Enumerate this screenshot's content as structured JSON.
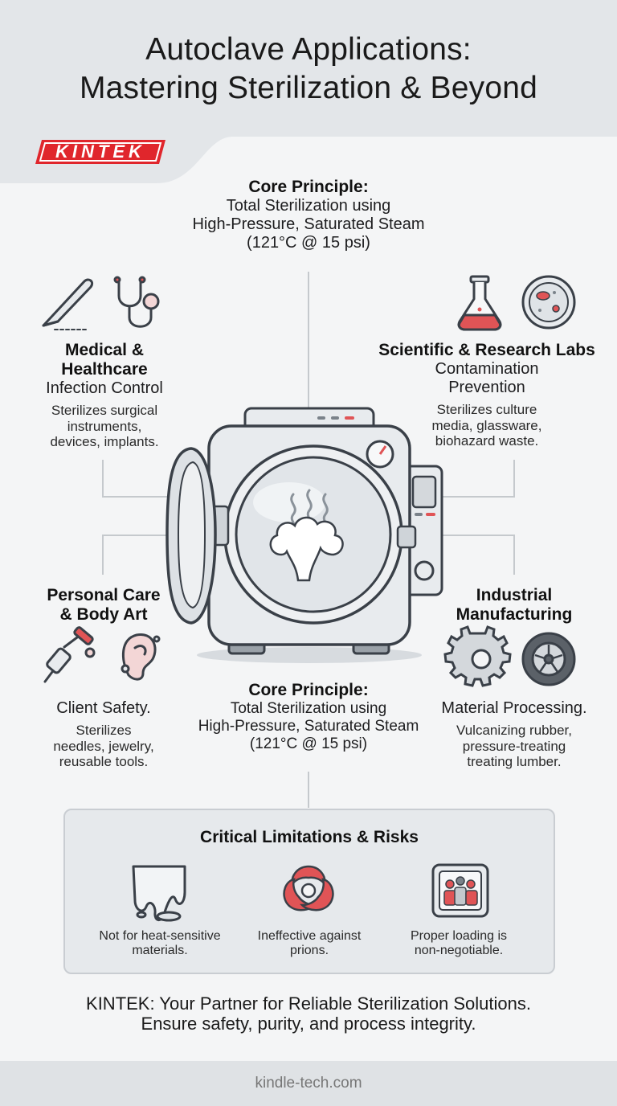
{
  "title": {
    "line1": "Autoclave Applications:",
    "line2": "Mastering Sterilization & Beyond"
  },
  "brand": {
    "logo_text": "KINTEK",
    "logo_color": "#e0262c"
  },
  "core_principle_top": {
    "heading": "Core Principle:",
    "line1": "Total Sterilization using",
    "line2": "High-Pressure, Saturated Steam",
    "line3": "(121°C @ 15 psi)"
  },
  "core_principle_bottom": {
    "heading": "Core Principle:",
    "line1": "Total Sterilization using",
    "line2": "High-Pressure, Saturated Steam",
    "line3": "(121°C @ 15 psi)"
  },
  "sections": {
    "medical": {
      "heading_line1": "Medical &",
      "heading_line2": "Healthcare",
      "subtitle": "Infection Control",
      "desc_line1": "Sterilizes surgical",
      "desc_line2": "instruments,",
      "desc_line3": "devices, implants.",
      "icons": [
        "scalpel-icon",
        "stethoscope-icon"
      ]
    },
    "labs": {
      "heading": "Scientific & Research Labs",
      "subtitle_line1": "Contamination",
      "subtitle_line2": "Prevention",
      "desc_line1": "Sterilizes culture",
      "desc_line2": "media, glassware,",
      "desc_line3": "biohazard waste.",
      "icons": [
        "flask-icon",
        "petri-dish-icon"
      ]
    },
    "personal": {
      "heading_line1": "Personal Care",
      "heading_line2": "& Body Art",
      "subtitle": "Client Safety.",
      "desc_line1": "Sterilizes",
      "desc_line2": "needles, jewelry,",
      "desc_line3": "reusable tools.",
      "icons": [
        "tattoo-machine-icon",
        "ear-piercing-icon"
      ]
    },
    "industrial": {
      "heading_line1": "Industrial",
      "heading_line2": "Manufacturing",
      "subtitle": "Material Processing.",
      "desc_line1": "Vulcanizing rubber,",
      "desc_line2": "pressure-treating",
      "desc_line3": "treating lumber.",
      "icons": [
        "gear-icon",
        "tire-icon"
      ]
    }
  },
  "limitations": {
    "heading": "Critical Limitations & Risks",
    "items": [
      {
        "icon": "melting-material-icon",
        "line1": "Not for heat-sensitive",
        "line2": "materials."
      },
      {
        "icon": "biohazard-icon",
        "line1": "Ineffective against",
        "line2": "prions."
      },
      {
        "icon": "overloaded-chamber-icon",
        "line1": "Proper loading is",
        "line2": "non-negotiable."
      }
    ],
    "warning_icon": "warning-triangle-icon"
  },
  "footer": {
    "line1": "KINTEK: Your Partner for Reliable Sterilization Solutions.",
    "line2": "Ensure safety, purity, and process integrity.",
    "url": "kindle-tech.com"
  },
  "colors": {
    "accent_red": "#e0262c",
    "warning_red": "#e05456",
    "outline": "#3a4048",
    "metal": "#e8ebee",
    "background": "#f4f5f6"
  }
}
